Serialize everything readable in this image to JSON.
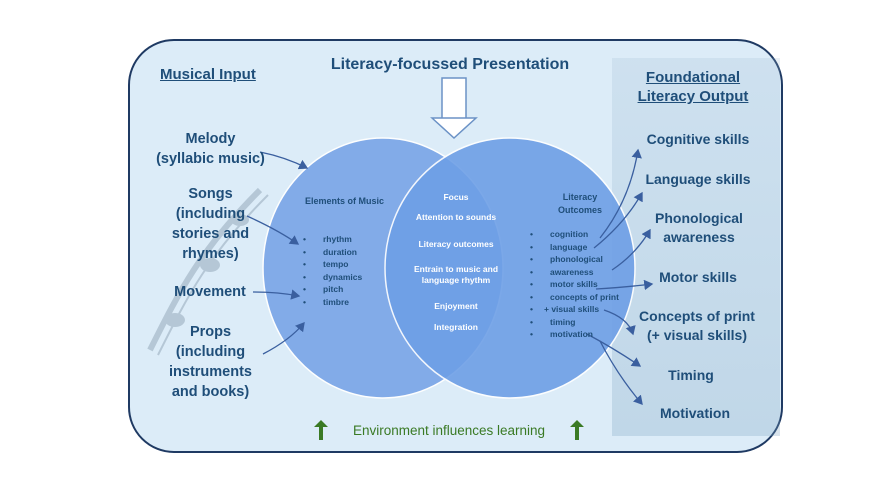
{
  "title": "Literacy-focussed Presentation",
  "left_heading": "Musical Input",
  "right_heading": [
    "Foundational",
    "Literacy Output"
  ],
  "inputs": [
    {
      "lines": [
        "Melody",
        "(syllabic music)"
      ]
    },
    {
      "lines": [
        "Songs",
        "(including",
        "stories and",
        "rhymes)"
      ]
    },
    {
      "lines": [
        "Movement"
      ]
    },
    {
      "lines": [
        "Props",
        "(including",
        "instruments",
        "and books)"
      ]
    }
  ],
  "elements_of_music": {
    "title": "Elements of Music",
    "items": [
      "rhythm",
      "duration",
      "tempo",
      "dynamics",
      "pitch",
      "timbre"
    ]
  },
  "focus": {
    "title": "Focus",
    "items": [
      "Attention to sounds",
      "Literacy outcomes",
      "Entrain to music and",
      "language rhythm",
      "Enjoyment",
      "Integration"
    ]
  },
  "literacy_outcomes": {
    "title": [
      "Literacy",
      "Outcomes"
    ],
    "items": [
      "cognition",
      "language",
      "phonological",
      "awareness",
      "motor skills",
      "concepts of print",
      "+ visual skills",
      "timing",
      "motivation"
    ]
  },
  "outputs": [
    {
      "lines": [
        "Cognitive skills"
      ]
    },
    {
      "lines": [
        "Language skills"
      ]
    },
    {
      "lines": [
        "Phonological",
        "awareness"
      ]
    },
    {
      "lines": [
        "Motor skills"
      ]
    },
    {
      "lines": [
        "Concepts of print",
        "(+ visual skills)"
      ]
    },
    {
      "lines": [
        "Timing"
      ]
    },
    {
      "lines": [
        "Motivation"
      ]
    }
  ],
  "footer": "Environment influences learning",
  "colors": {
    "border": "#1f3a63",
    "background": "#dcecf8",
    "circle": "#6d9ae3",
    "text": "#1f4e79",
    "footer": "#3a7a25"
  }
}
